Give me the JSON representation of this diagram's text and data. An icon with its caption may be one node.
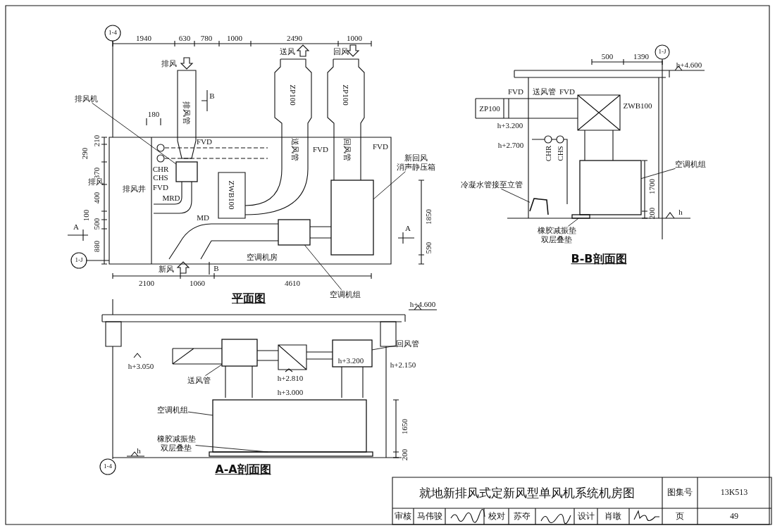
{
  "diagram": {
    "nodes": [
      {
        "text": [
          "排风机"
        ]
      },
      {
        "text": [],
        "shape": "box"
      },
      {
        "text": [
          "新回风",
          "消声静压箱"
        ]
      },
      {
        "text": [],
        "shape": "box"
      },
      {
        "text": [
          "空调机组"
        ]
      },
      {
        "text": [],
        "shape": "box"
      },
      {
        "text": [
          "冷凝水管接至立管"
        ]
      },
      {
        "text": [],
        "shape": "pipe"
      },
      {
        "text": [
          "空调机组"
        ]
      },
      {
        "text": [],
        "shape": "box"
      },
      {
        "text": [
          "橡胶减振垫",
          "双层叠垫"
        ]
      },
      {
        "text": [],
        "shape": "bar"
      },
      {
        "text": [
          "回风管"
        ]
      },
      {
        "text": [],
        "shape": "box"
      },
      {
        "text": [
          "送风管"
        ]
      },
      {
        "text": [],
        "shape": "box"
      },
      {
        "text": [
          "空调机组"
        ]
      },
      {
        "text": [],
        "shape": "box"
      },
      {
        "text": [
          "橡胶减振垫",
          "双层叠垫"
        ]
      },
      {
        "text": [],
        "shape": "bar"
      }
    ],
    "edges": [
      {
        "from": 0,
        "to": 1,
        "arrow": "none"
      },
      {
        "from": 2,
        "to": 3,
        "arrow": "none"
      },
      {
        "from": 4,
        "to": 5,
        "arrow": "none"
      },
      {
        "from": 6,
        "to": 7,
        "arrow": "none"
      },
      {
        "from": 8,
        "to": 9,
        "arrow": "none"
      },
      {
        "from": 10,
        "to": 11,
        "arrow": "none"
      },
      {
        "from": 12,
        "to": 13,
        "arrow": "none"
      },
      {
        "from": 14,
        "to": 15,
        "arrow": "none"
      },
      {
        "from": 16,
        "to": 17,
        "arrow": "none"
      },
      {
        "from": 18,
        "to": 19,
        "arrow": "none"
      }
    ],
    "labels": [
      "1940",
      "630",
      "780",
      "1000",
      "2490",
      "1000",
      "送风",
      "回风",
      "ZP100",
      "ZP100",
      "排风",
      "B",
      "180",
      "210",
      "290",
      "370",
      "FVD",
      "排风管",
      "CHR",
      "CHS",
      "排风",
      "排风井",
      "FVD",
      "MRD",
      "400",
      "100",
      "500",
      "880",
      "A",
      "1-J",
      "MD",
      "ZWB100",
      "送风管",
      "FVD",
      "回风管",
      "FVD",
      "1850",
      "A",
      "590",
      "空调机房",
      "新风",
      "B",
      "2100",
      "1060",
      "4610",
      "1-4",
      "平面图",
      "500",
      "1390",
      "1-J",
      "h+4.600",
      "FVD",
      "送风管",
      "FVD",
      "ZP100",
      "ZWB100",
      "h+3.200",
      "h+2.700",
      "CHR",
      "CHS",
      "1700",
      "200",
      "h",
      "B-B剖面图",
      "h+4.600",
      "h+3.050",
      "h+2.810",
      "h+3.000",
      "h+3.200",
      "h+2.150",
      "1650",
      "200",
      "h",
      "1-4",
      "A-A剖面图",
      "就地新排风式定新风型单风机系统机房图",
      "图集号",
      "13K513",
      "审核",
      "马伟骏",
      "校对",
      "苏夺",
      "设计",
      "肖暾",
      "页",
      "49"
    ]
  }
}
